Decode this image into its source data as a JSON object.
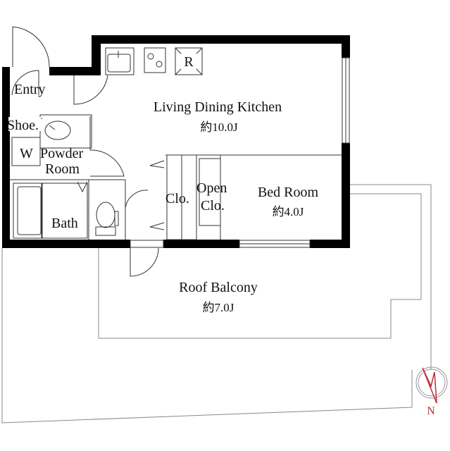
{
  "rooms": {
    "entry": "Entry",
    "shoe": "Shoe.",
    "washer": "W",
    "powder_line1": "Powder",
    "powder_line2": "Room",
    "bath": "Bath",
    "ldk": "Living Dining Kitchen",
    "ldk_area": "約10.0J",
    "closet": "Clo.",
    "open_closet_line1": "Open",
    "open_closet_line2": "Clo.",
    "bedroom": "Bed Room",
    "bedroom_area": "約4.0J",
    "balcony": "Roof Balcony",
    "balcony_area": "約7.0J",
    "refrigerator": "R"
  },
  "compass": {
    "label": "N",
    "color": "#c0283a"
  }
}
